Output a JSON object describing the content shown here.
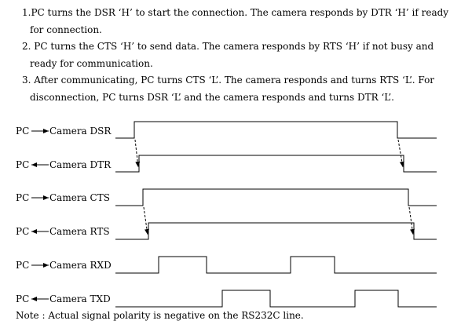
{
  "steps": [
    {
      "line1": "1.PC turns the DSR ‘H’ to start the connection. The camera responds by DTR ‘H’ if ready",
      "line2": "for connection."
    },
    {
      "line1": "2. PC turns the CTS ‘H’ to send data. The camera responds by RTS ‘H’ if not busy and",
      "line2": "ready for communication."
    },
    {
      "line1": "3. After communicating, PC turns CTS ‘L’. The camera responds and turns RTS ‘L’. For",
      "line2": "disconnection, PC turns DSR ‘L’ and the camera responds and turns DTR ‘L’."
    }
  ],
  "signals": [
    {
      "pc": "PC",
      "dir": "to-camera",
      "name": "Camera DSR"
    },
    {
      "pc": "PC",
      "dir": "from-camera",
      "name": "Camera DTR"
    },
    {
      "pc": "PC",
      "dir": "to-camera",
      "name": "Camera CTS"
    },
    {
      "pc": "PC",
      "dir": "from-camera",
      "name": "Camera RTS"
    },
    {
      "pc": "PC",
      "dir": "to-camera",
      "name": "Camera RXD"
    },
    {
      "pc": "PC",
      "dir": "from-camera",
      "name": "Camera TXD"
    }
  ],
  "note": "Note : Actual signal polarity is negative on the RS232C line."
}
